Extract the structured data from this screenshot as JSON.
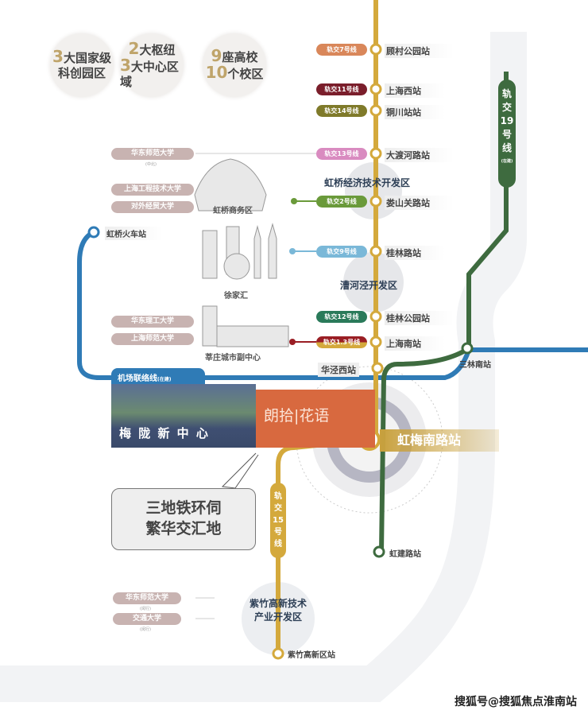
{
  "stats": [
    {
      "num1": "3",
      "text1": "大国家级",
      "text2": "科创园区"
    },
    {
      "num1": "2",
      "text1": "大枢纽",
      "num2": "3",
      "text2": "大中心区域"
    },
    {
      "num1": "9",
      "text1": "座高校",
      "num2": "10",
      "text2": "个校区"
    }
  ],
  "colors": {
    "line15": "#d4a93c",
    "line19": "#3e6b3f",
    "airport": "#2f7bb6",
    "orange": "#d8693f"
  },
  "stations": [
    {
      "line": "轨交7号线",
      "name": "顾村公园站",
      "color": "#d9875a"
    },
    {
      "line": "轨交11号线",
      "name": "上海西站",
      "color": "#7a1e2b"
    },
    {
      "line": "轨交14号线",
      "name": "铜川站站",
      "color": "#7f7a2a"
    },
    {
      "line": "轨交13号线",
      "name": "大渡河路站",
      "color": "#d98bc0"
    },
    {
      "line": "轨交2号线",
      "name": "娄山关路站",
      "color": "#6a9a3a"
    },
    {
      "line": "轨交9号线",
      "name": "桂林路站",
      "color": "#7ab8d8"
    },
    {
      "line": "轨交12号线",
      "name": "桂林公园站",
      "color": "#2a7a5a"
    },
    {
      "line": "轨交1.3号线",
      "name": "上海南站",
      "color": "#9a1e24"
    }
  ],
  "zones": {
    "hongqiao_econ": "虹桥经济技术开发区",
    "caohejing": "漕河泾开发区",
    "zizhu1": "紫竹高新技术",
    "zizhu2": "产业开发区"
  },
  "buildings": {
    "hongqiao_biz": "虹桥商务区",
    "xujiahui": "徐家汇",
    "xinzhuang": "莘庄城市副中心"
  },
  "universities": [
    {
      "name": "华东师范大学",
      "note": "(中北)"
    },
    {
      "name": "上海工程技术大学"
    },
    {
      "name": "对外经贸大学"
    },
    {
      "name": "华东理工大学"
    },
    {
      "name": "上海师范大学"
    },
    {
      "name": "华东师范大学",
      "note": "(闵行)"
    },
    {
      "name": "交通大学",
      "note": "(闵行)"
    }
  ],
  "other_stations": {
    "hongqiao_rail": "虹桥火车站",
    "huajingxi": "华泾西站",
    "sanlinnan": "三林南站",
    "hongmeinan": "虹梅南路站",
    "hongjian": "虹建路站",
    "zizhu": "紫竹高新区站"
  },
  "line19_label": [
    "轨",
    "交",
    "19",
    "号",
    "线"
  ],
  "line19_note": "(在建)",
  "line15_label": [
    "轨",
    "交",
    "15",
    "号",
    "线"
  ],
  "airport_line": "机场联络线",
  "airport_note": "(在建)",
  "meilong": "梅 陇 新 中 心",
  "project": "朗拾|花语",
  "callout": [
    "三地铁环伺",
    "繁华交汇地"
  ],
  "watermark": "搜狐号@搜狐焦点淮南站"
}
